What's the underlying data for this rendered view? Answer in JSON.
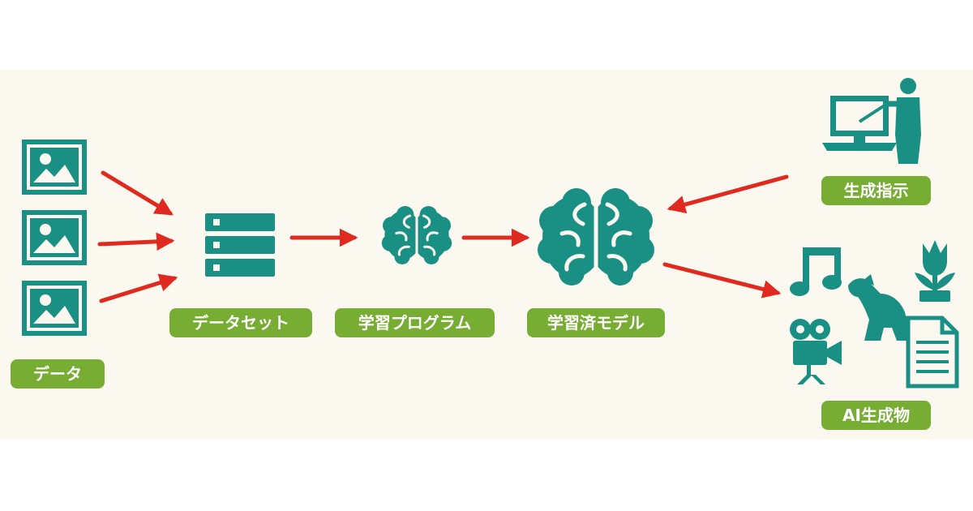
{
  "labels": {
    "data": "データ",
    "dataset": "データセット",
    "program": "学習プログラム",
    "model": "学習済モデル",
    "instruction": "生成指示",
    "output": "AI生成物"
  },
  "colors": {
    "background": "#fbf8ef",
    "icon": "#1a9085",
    "label_bg": "#77ad33",
    "arrow": "#e02a20"
  },
  "icons": [
    "image-icon",
    "database-icon",
    "brain-icon",
    "computer-icon",
    "presenter-icon",
    "music-note-icon",
    "dog-icon",
    "tulip-icon",
    "video-camera-icon",
    "document-icon"
  ]
}
